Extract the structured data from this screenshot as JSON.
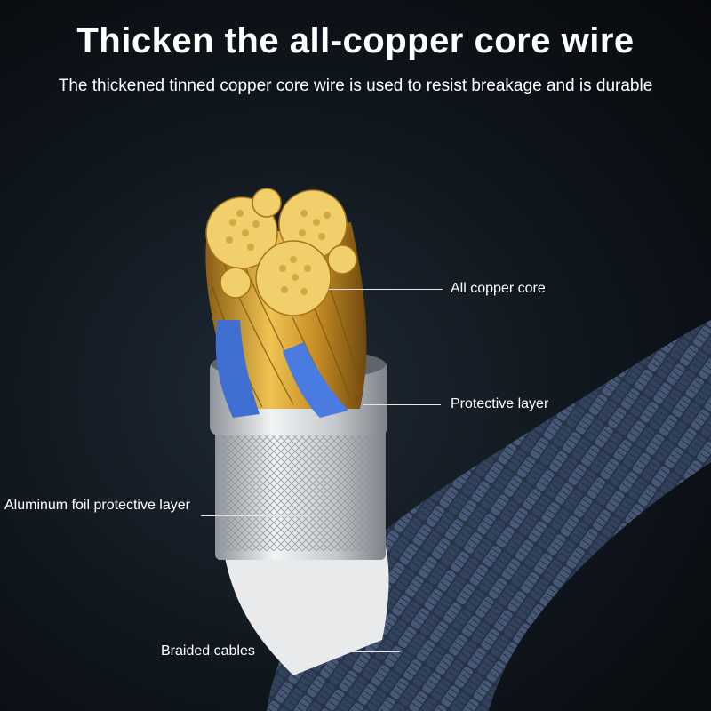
{
  "header": {
    "title": "Thicken the all-copper core wire",
    "subtitle": "The thickened tinned copper core wire is used to resist breakage and is durable"
  },
  "callouts": {
    "copper_core": "All copper core",
    "protective_layer": "Protective layer",
    "aluminum_foil": "Aluminum foil protective layer",
    "braided": "Braided cables"
  },
  "colors": {
    "copper": "#d9a93a",
    "insulation_blue": "#3f6fd1",
    "sleeve_silver": "#cfd3d6",
    "braid": "#3a4a63"
  }
}
